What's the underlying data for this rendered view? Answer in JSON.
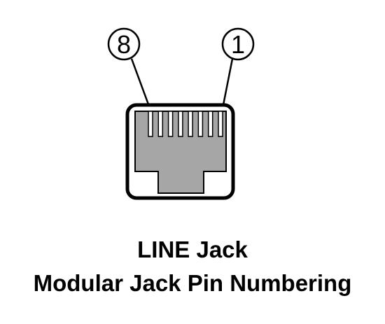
{
  "callouts": {
    "left_pin": "8",
    "right_pin": "1"
  },
  "title": {
    "line1": "LINE Jack",
    "line2": "Modular Jack Pin Numbering"
  },
  "jack": {
    "pin_count": 8
  },
  "colors": {
    "outline": "#000000",
    "jack_fill": "#a6a6a6",
    "background": "#ffffff"
  }
}
